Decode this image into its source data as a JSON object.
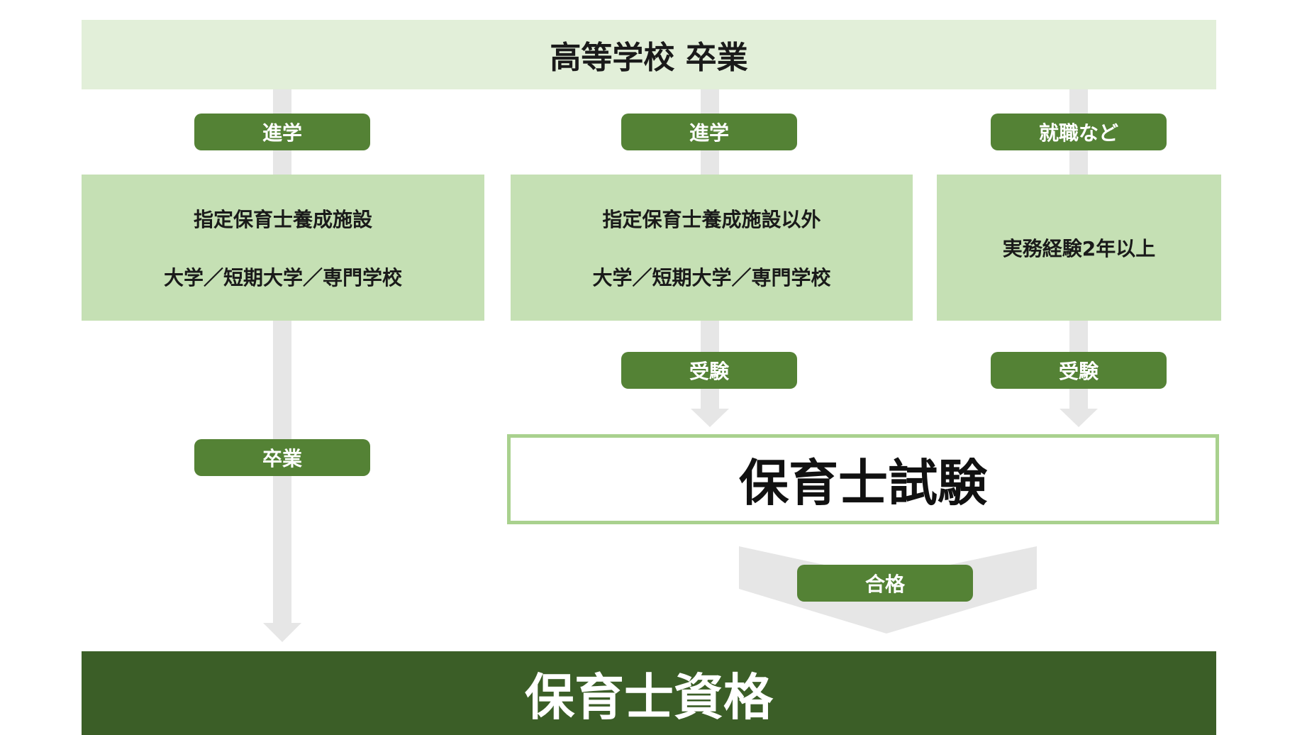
{
  "colors": {
    "top_banner_bg": "#e2efd9",
    "pill_bg": "#548235",
    "box_bg": "#c5e0b4",
    "exam_border": "#a9d18e",
    "bottom_banner_bg": "#3b5e27",
    "flow_gray": "#e6e6e6"
  },
  "top_banner": {
    "label": "高等学校 卒業"
  },
  "paths": [
    {
      "step_label": "進学",
      "box_lines": [
        "指定保育士養成施設",
        "大学／短期大学／専門学校"
      ],
      "outcome_label": "卒業"
    },
    {
      "step_label": "進学",
      "box_lines": [
        "指定保育士養成施設以外",
        "大学／短期大学／専門学校"
      ],
      "outcome_label": "受験"
    },
    {
      "step_label": "就職など",
      "box_lines": [
        "実務経験2年以上"
      ],
      "outcome_label": "受験"
    }
  ],
  "exam": {
    "label": "保育士試験",
    "pass_label": "合格"
  },
  "bottom_banner": {
    "label": "保育士資格"
  }
}
